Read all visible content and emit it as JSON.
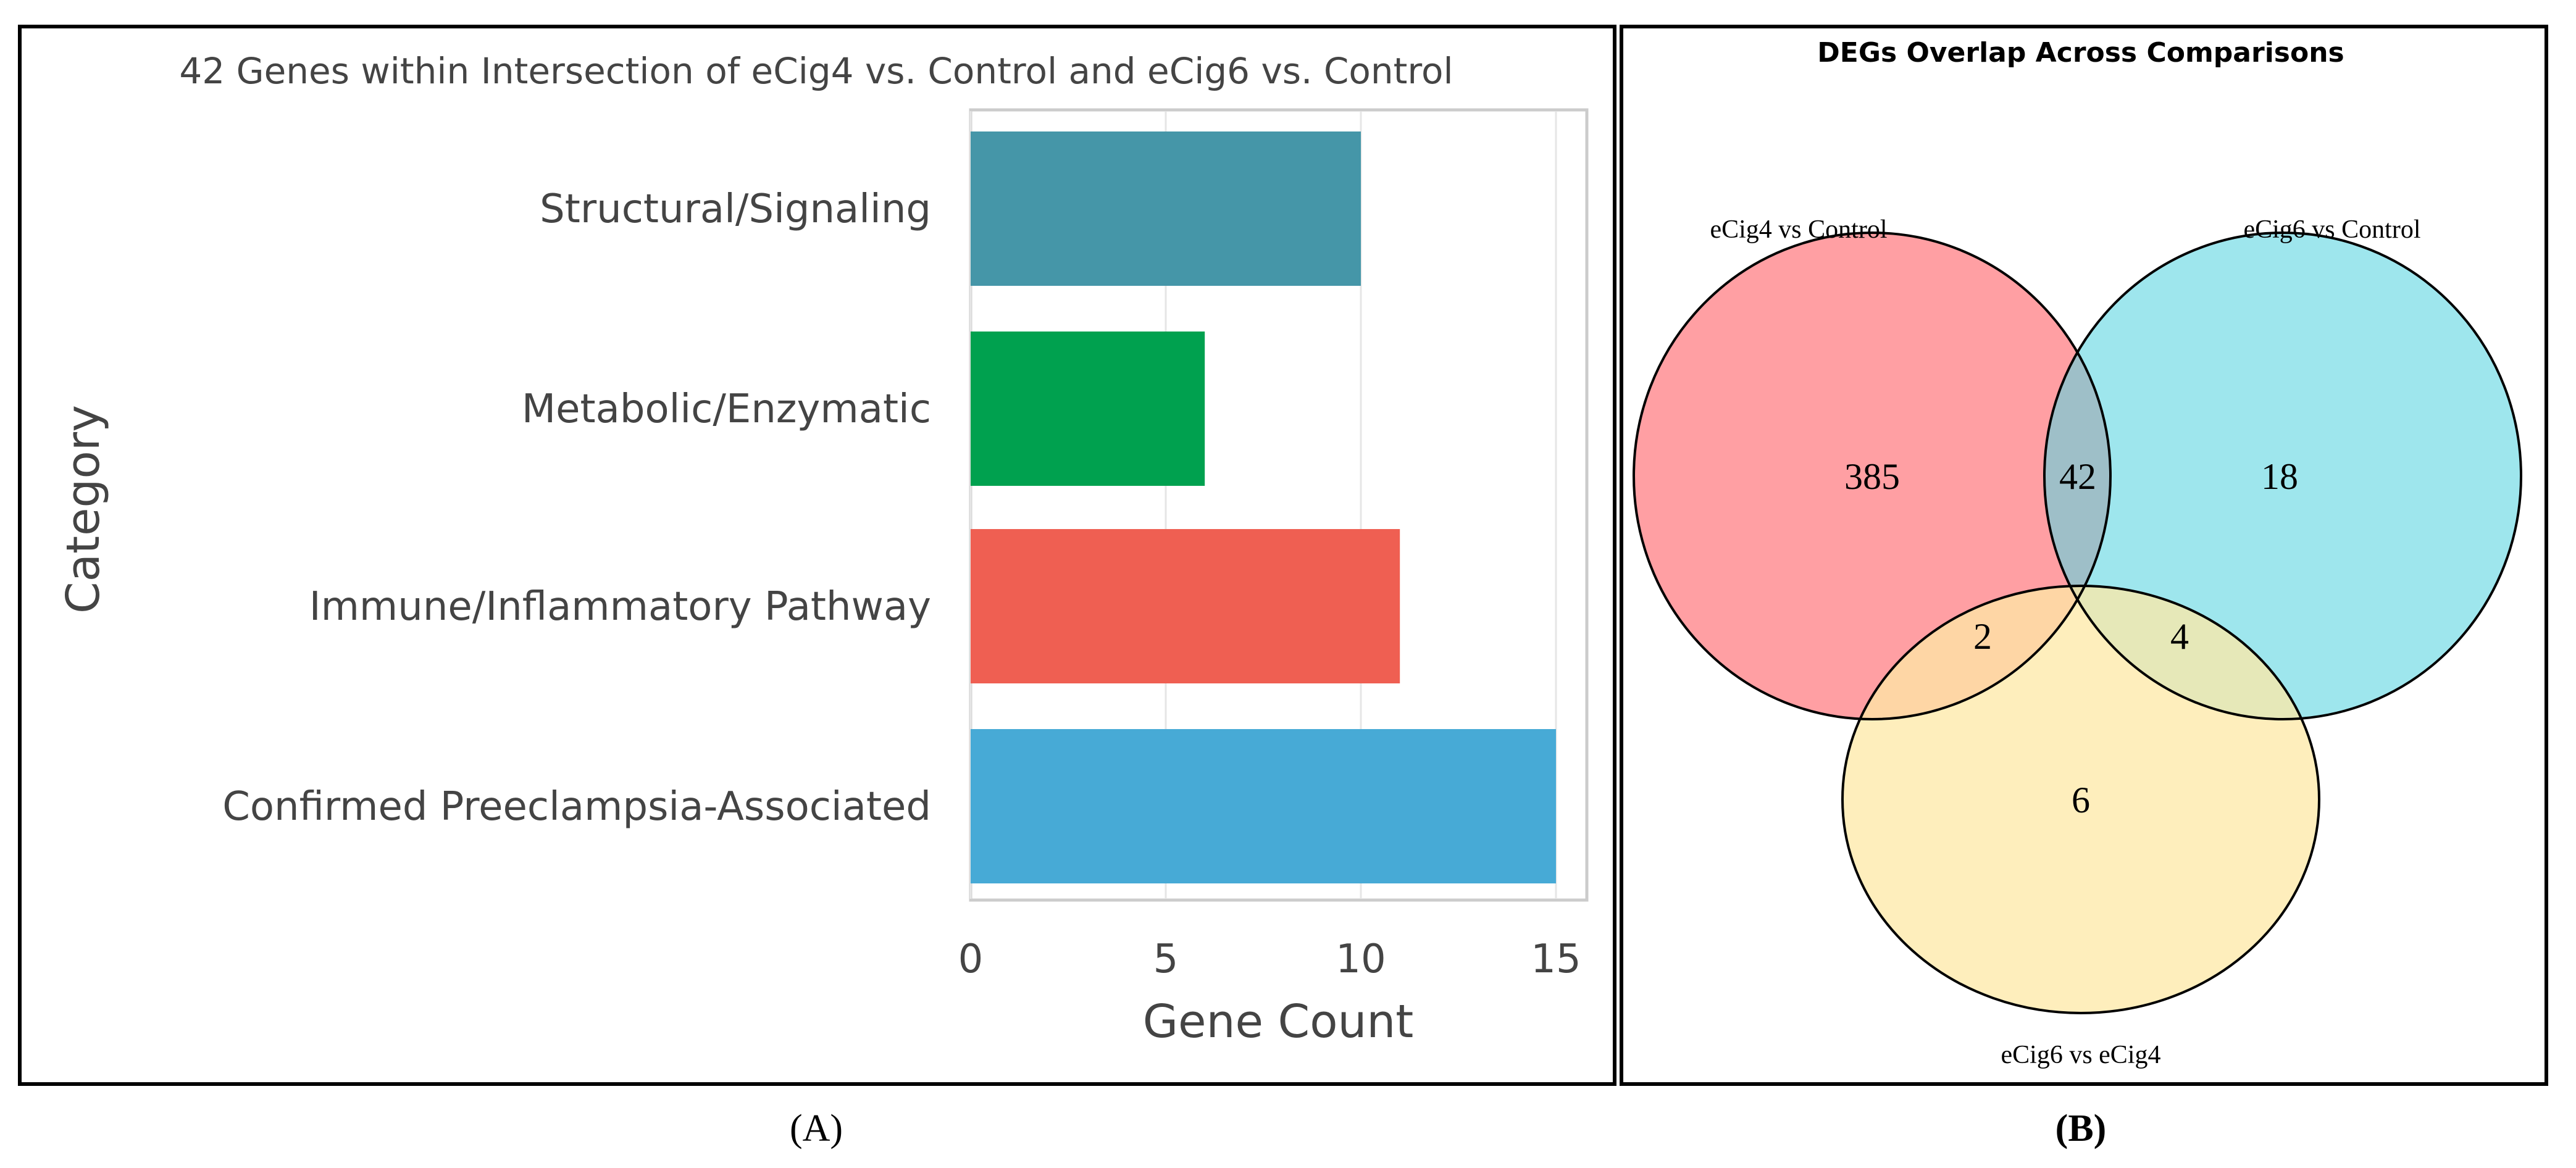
{
  "panel_a_label": "(A)",
  "panel_b_label": "(B)",
  "chart_data": [
    {
      "type": "bar",
      "orientation": "horizontal",
      "title": "42 Genes within Intersection of eCig4 vs. Control and eCig6 vs. Control",
      "xlabel": "Gene Count",
      "ylabel": "Category",
      "categories": [
        "Structural/Signaling",
        "Metabolic/Enzymatic",
        "Immune/Inflammatory Pathway",
        "Confirmed Preeclampsia-Associated"
      ],
      "values": [
        10,
        6,
        11,
        15
      ],
      "colors": [
        "#4596a8",
        "#00a14f",
        "#ef5f52",
        "#47aad6"
      ],
      "xlim": [
        0,
        15.6
      ],
      "xticks": [
        "0",
        "5",
        "10",
        "15"
      ],
      "grid": true
    },
    {
      "type": "venn",
      "title": "DEGs Overlap Across Comparisons",
      "sets": [
        {
          "name": "eCig4 vs Control",
          "color": "#ff9a9e"
        },
        {
          "name": "eCig6 vs Control",
          "color": "#5dd5e1"
        },
        {
          "name": "eCig6 vs eCig4",
          "color": "#fde8a5"
        }
      ],
      "regions": {
        "eCig4_only": "385",
        "eCig4_eCig6": "42",
        "eCig6_only": "18",
        "eCig4_eCig6vs4": "2",
        "eCig6_eCig6vs4": "4",
        "eCig6vs4_only": "6"
      }
    }
  ]
}
